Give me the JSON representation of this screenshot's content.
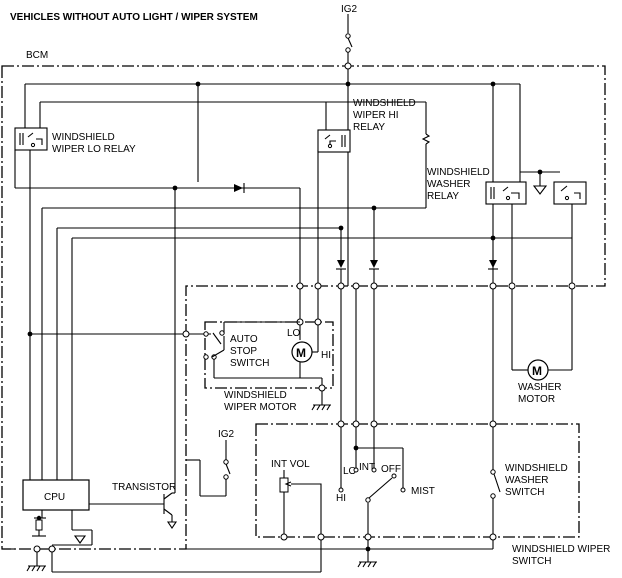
{
  "title": "VEHICLES WITHOUT AUTO LIGHT / WIPER SYSTEM",
  "labels": {
    "ig2_top": "IG2",
    "bcm": "BCM",
    "lo_relay_1": "WINDSHIELD",
    "lo_relay_2": "WIPER LO RELAY",
    "hi_relay_1": "WINDSHIELD",
    "hi_relay_2": "WIPER HI",
    "hi_relay_3": "RELAY",
    "washer_relay_1": "WINDSHIELD",
    "washer_relay_2": "WASHER",
    "washer_relay_3": "RELAY",
    "auto_stop_1": "AUTO",
    "auto_stop_2": "STOP",
    "auto_stop_3": "SWITCH",
    "motor_lo": "LO",
    "motor_hi": "HI",
    "motor_symbol": "M",
    "wiper_motor_1": "WINDSHIELD",
    "wiper_motor_2": "WIPER MOTOR",
    "washer_motor_1": "WASHER",
    "washer_motor_2": "MOTOR",
    "ig2_mid": "IG2",
    "int_vol": "INT VOL",
    "sw_lo": "LO",
    "sw_int": "INT",
    "sw_off": "OFF",
    "sw_mist": "MIST",
    "sw_hi": "HI",
    "washer_switch_1": "WINDSHIELD",
    "washer_switch_2": "WASHER",
    "washer_switch_3": "SWITCH",
    "transistor": "TRANSISTOR",
    "cpu": "CPU",
    "wiper_switch_1": "WINDSHIELD WIPER",
    "wiper_switch_2": "SWITCH"
  }
}
